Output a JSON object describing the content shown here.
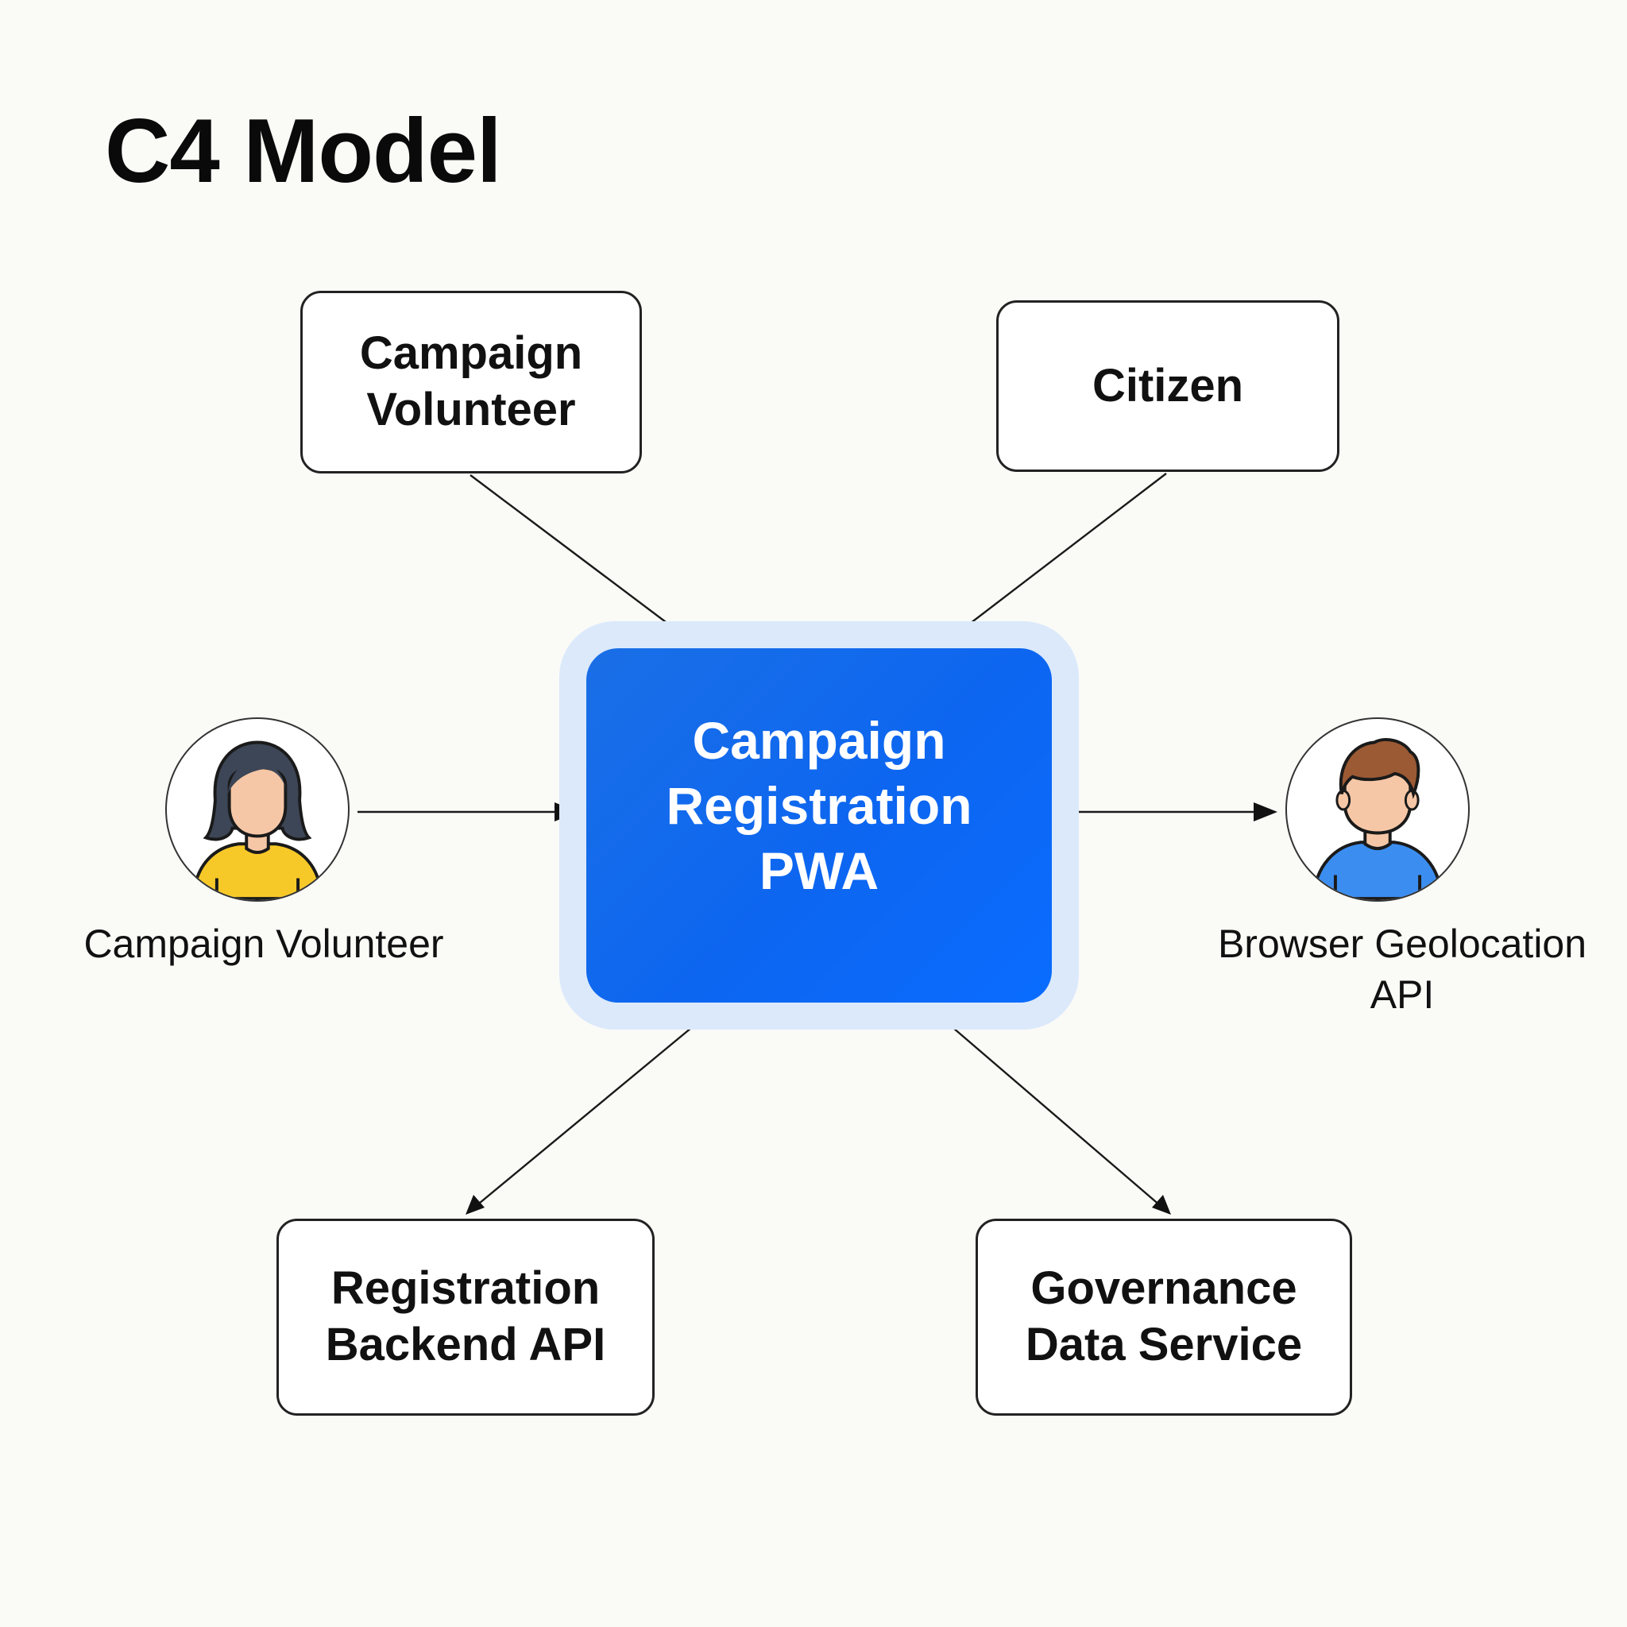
{
  "title": "C4 Model",
  "nodes": {
    "top_left": {
      "lines": [
        "Campaign",
        "Volunteer"
      ]
    },
    "top_right": {
      "lines": [
        "Citizen"
      ]
    },
    "center": {
      "lines": [
        "Campaign",
        "Registration",
        "PWA"
      ]
    },
    "bottom_left": {
      "lines": [
        "Registration",
        "Backend API"
      ]
    },
    "bottom_right": {
      "lines": [
        "Governance",
        "Data Service"
      ]
    }
  },
  "actors": {
    "left": {
      "label_lines": [
        "Campaign Volunteer"
      ],
      "icon": "person-woman-icon"
    },
    "right": {
      "label_lines": [
        "Browser Geolocation",
        "API"
      ],
      "icon": "person-man-icon"
    }
  },
  "colors": {
    "center_fill": "#0d66f0",
    "center_glow": "#dbe9fb",
    "woman_shirt": "#f7c928",
    "man_shirt": "#3b8ef0",
    "skin": "#f6c7a6"
  }
}
